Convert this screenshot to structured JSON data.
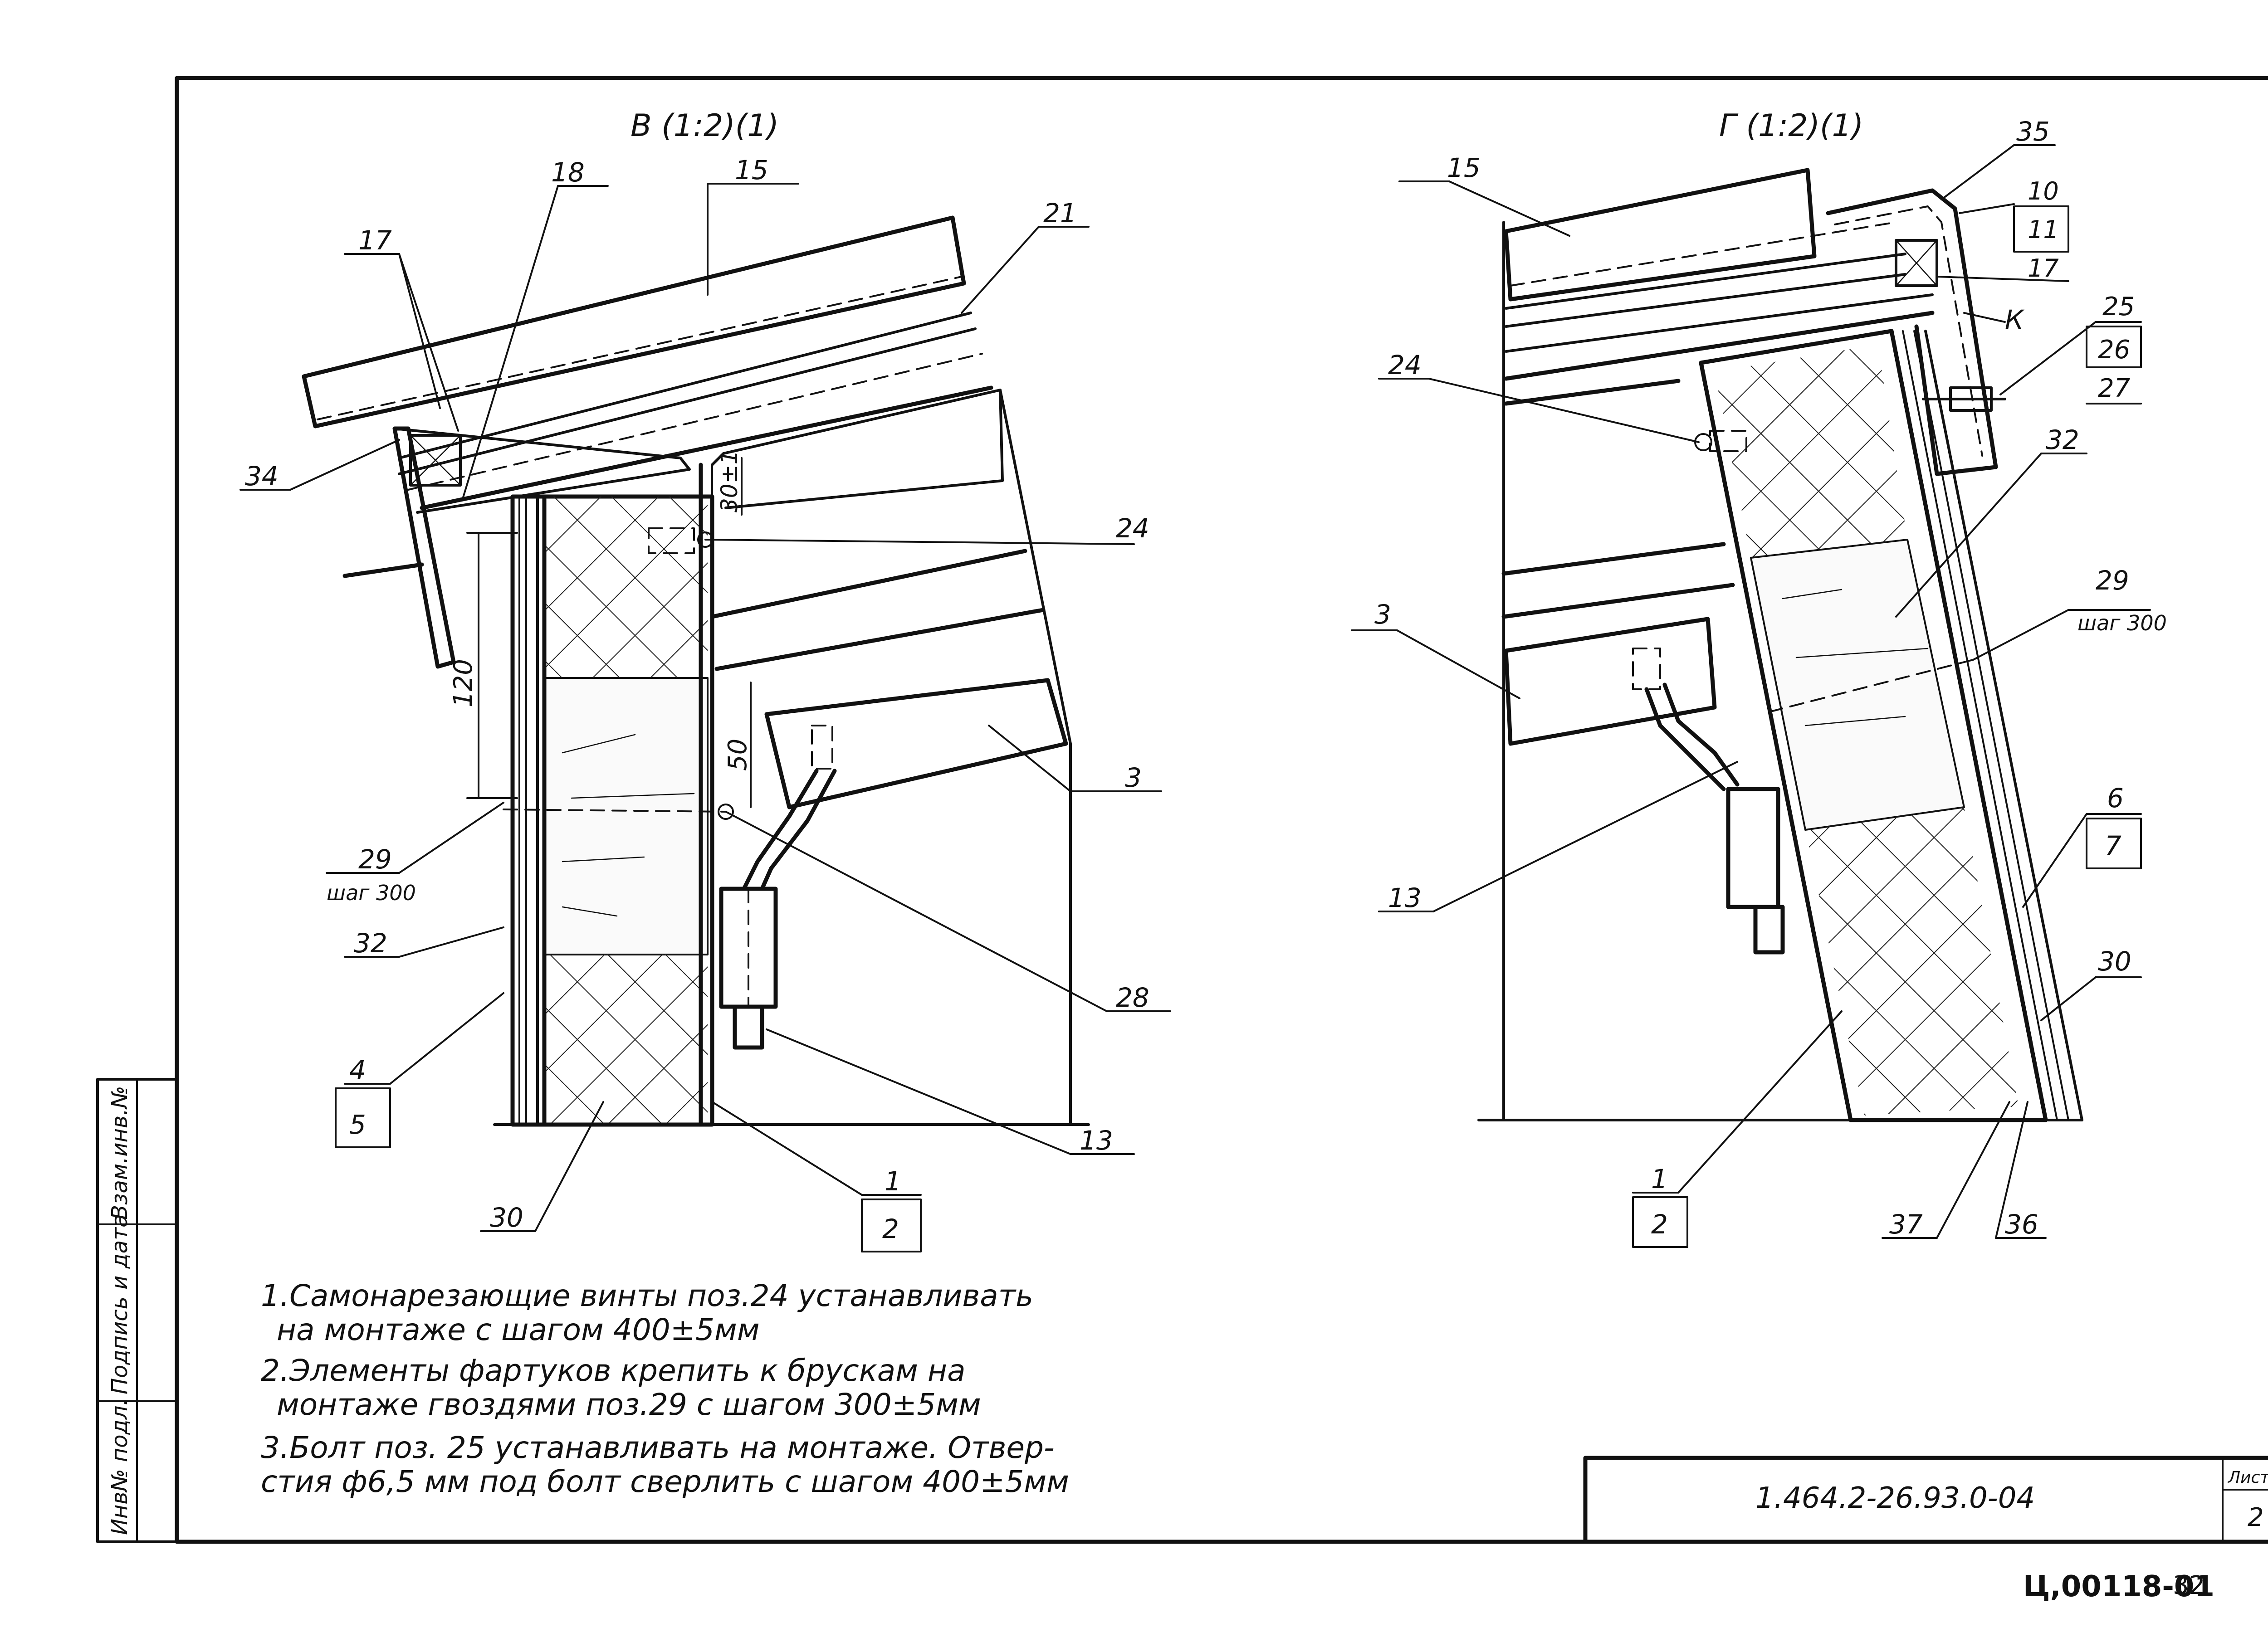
{
  "views": [
    {
      "id": "detail-v",
      "title": "В (1:2)(1)"
    },
    {
      "id": "detail-g",
      "title": "Г (1:2)(1)"
    }
  ],
  "callouts_left": {
    "c15": "15",
    "c18": "18",
    "c17": "17",
    "c21": "21",
    "c34": "34",
    "c24": "24",
    "c3": "3",
    "c29": "29",
    "c29_step": "шаг 300",
    "c32": "32",
    "c4": "4",
    "c5": "5",
    "c28": "28",
    "c13": "13",
    "c1": "1",
    "c2": "2",
    "c30": "30"
  },
  "callouts_right": {
    "c15": "15",
    "c35": "35",
    "c10": "10",
    "c11": "11",
    "c17": "17",
    "c25": "25",
    "c26": "26",
    "c27": "27",
    "c24": "24",
    "c32": "32",
    "c3": "3",
    "c29": "29",
    "c29_step": "шаг 300",
    "c13": "13",
    "c6": "6",
    "c7": "7",
    "c30": "30",
    "c1": "1",
    "c2": "2",
    "c37": "37",
    "c36": "36",
    "k": "К"
  },
  "dimensions": {
    "d30": "30±1",
    "d120": "120",
    "d50": "50"
  },
  "notes": [
    "1.Самонарезающие винты поз.24 устанавливать",
    "на монтаже с шагом 400±5мм",
    "2.Элементы фартуков крепить к брускам на",
    "монтаже гвоздями поз.29 с шагом 300±5мм",
    "3.Болт поз. 25 устанавливать на монтаже. Отвер-",
    "стия ф6,5 мм под болт сверлить с шагом 400±5мм"
  ],
  "side_stamp": {
    "inv_no": "Инв№ подл.",
    "sign_date": "Подпись и дата",
    "replace": "Взам.инв.№"
  },
  "title_block": {
    "doc_number": "1.464.2-26.93.0-04",
    "sheet_label": "Лист",
    "sheet_no": "2"
  },
  "footer": {
    "archive_code": "Ц,00118-01",
    "page": "32"
  }
}
